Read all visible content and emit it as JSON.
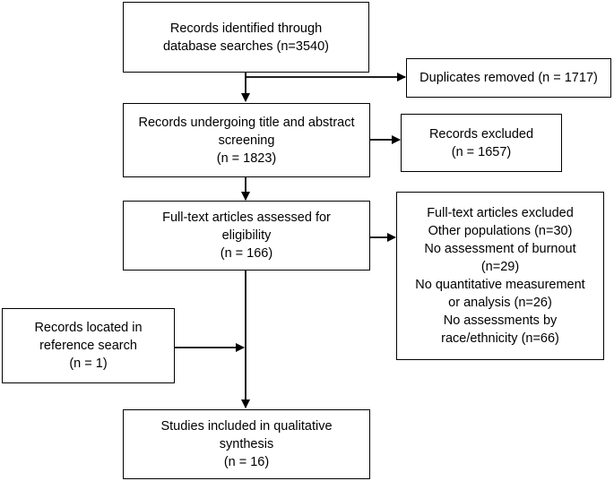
{
  "boxes": {
    "identified": {
      "lines": [
        "Records identified through",
        "database searches (n=3540)"
      ]
    },
    "duplicates": {
      "lines": [
        "Duplicates removed (n = 1717)"
      ]
    },
    "screening": {
      "lines": [
        "Records undergoing title and abstract",
        "screening",
        "(n = 1823)"
      ]
    },
    "excluded": {
      "lines": [
        "Records excluded",
        "(n = 1657)"
      ]
    },
    "fulltext": {
      "lines": [
        "Full-text articles assessed for",
        "eligibility",
        "(n = 166)"
      ]
    },
    "fulltext_excluded": {
      "lines": [
        "Full-text articles excluded",
        "Other populations (n=30)",
        "No assessment of burnout",
        "(n=29)",
        "No quantitative measurement",
        "or analysis (n=26)",
        "No assessments by",
        "race/ethnicity (n=66)"
      ]
    },
    "reference_search": {
      "lines": [
        "Records located in",
        "reference search",
        "(n = 1)"
      ]
    },
    "included": {
      "lines": [
        "Studies included in qualitative",
        "synthesis",
        "(n = 16)"
      ]
    }
  },
  "colors": {
    "stroke": "#000000",
    "background": "#ffffff"
  }
}
